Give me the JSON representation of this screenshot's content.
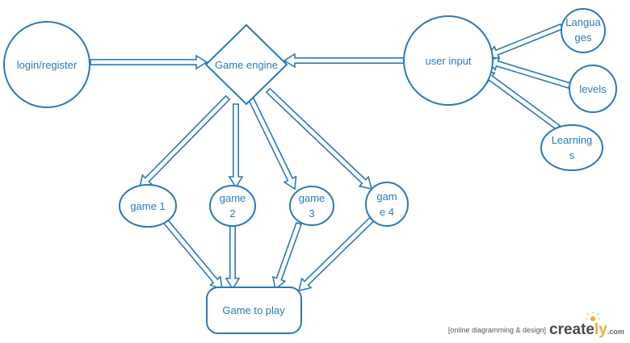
{
  "nodes": {
    "login": "login/register",
    "engine": "Game engine",
    "user_input": "user input",
    "languages": [
      "Langua",
      "ges"
    ],
    "levels": "levels",
    "learnings": [
      "Learning",
      "s"
    ],
    "game1": "game 1",
    "game2": [
      "game",
      "2"
    ],
    "game3": [
      "game",
      "3"
    ],
    "game4": [
      "gam",
      "e 4"
    ],
    "play": "Game to play"
  },
  "watermark": {
    "tagline": "[online diagramming & design]",
    "brand_main": "create",
    "brand_accent": "ly",
    "brand_suffix": ".com"
  },
  "colors": {
    "stroke": "#2b79b8",
    "accent": "#f2a83b"
  }
}
